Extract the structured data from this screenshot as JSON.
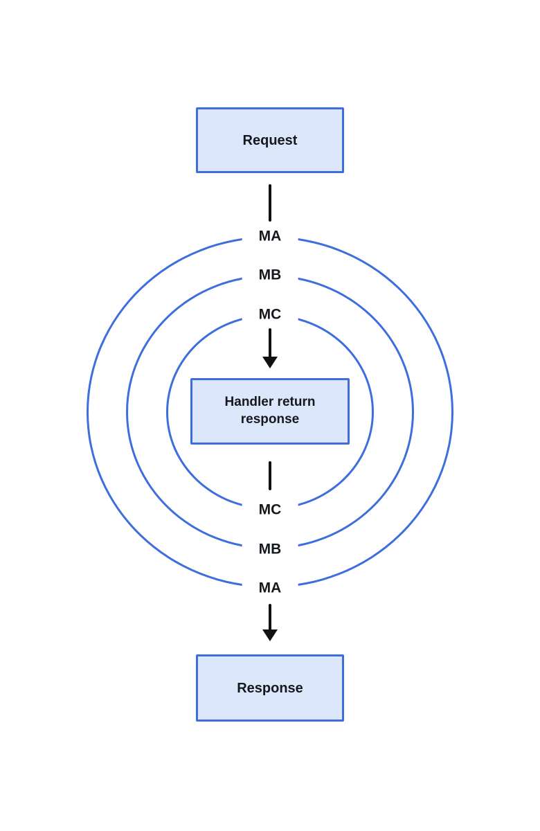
{
  "diagram": {
    "request_label": "Request",
    "handler_line1": "Handler return",
    "handler_line2": "response",
    "response_label": "Response",
    "labels_top": [
      "MA",
      "MB",
      "MC"
    ],
    "labels_bottom": [
      "MC",
      "MB",
      "MA"
    ],
    "colors": {
      "stroke_blue": "#3E6EDD",
      "fill_blue": "#DCE7FB",
      "line_black": "#111111",
      "background": "#FFFFFF"
    }
  }
}
